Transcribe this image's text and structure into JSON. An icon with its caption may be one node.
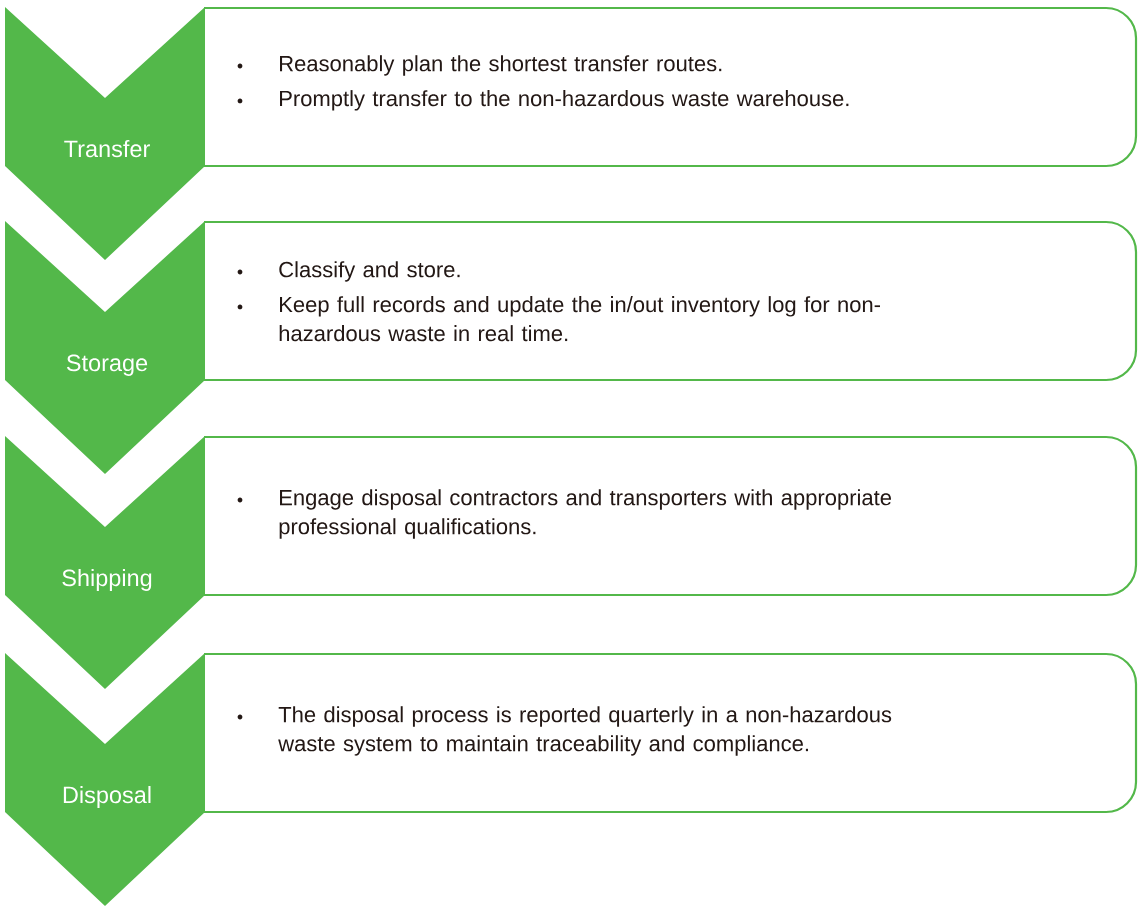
{
  "diagram": {
    "nodes": [
      {
        "text": [
          "Transfer"
        ]
      },
      {
        "text": [
          "Reasonably plan the shortest transfer routes.",
          "Promptly transfer to the non-hazardous waste warehouse."
        ]
      },
      {
        "text": [
          "Storage"
        ]
      },
      {
        "text": [
          "Classify and store.",
          "Keep full records and update the in/out inventory log for non-hazardous waste in real time."
        ]
      },
      {
        "text": [
          "Shipping"
        ]
      },
      {
        "text": [
          "Engage disposal contractors and transporters with appropriate professional qualifications."
        ]
      },
      {
        "text": [
          "Disposal"
        ]
      },
      {
        "text": [
          "The disposal process is reported quarterly in a non-hazardous waste system to maintain traceability and compliance."
        ]
      }
    ]
  }
}
